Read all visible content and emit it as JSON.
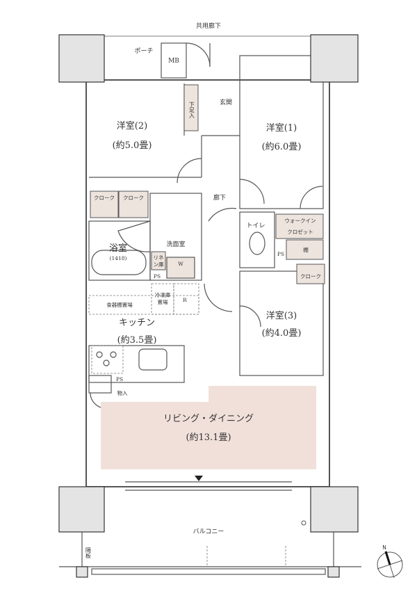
{
  "corridor_top": "共用廊下",
  "porch": "ポーチ",
  "mb": "MB",
  "entrance": "玄関",
  "shoe_box": "下足入",
  "bedroom2": {
    "name": "洋室(2)",
    "size": "(約5.0畳)"
  },
  "bedroom1": {
    "name": "洋室(1)",
    "size": "(約6.0畳)"
  },
  "bedroom3": {
    "name": "洋室(3)",
    "size": "(約4.0畳)"
  },
  "hallway": "廊下",
  "cloak1": "クローク",
  "cloak2": "クローク",
  "cloak3": "クローク",
  "bathroom": {
    "name": "浴室",
    "size": "(1418)"
  },
  "washroom": "洗面室",
  "linen": "リネン庫",
  "washer": "W",
  "ps1": "PS",
  "ps2": "PS",
  "ps3": "PS",
  "freezer": "冷凍庫置場",
  "fridge": "R",
  "cupboard": "食器棚置場",
  "kitchen": {
    "name": "キッチン",
    "size": "(約3.5畳)"
  },
  "storage": "物入",
  "toilet": "トイレ",
  "walkin": {
    "line1": "ウォークイン",
    "line2": "クロゼット"
  },
  "shelf": "棚",
  "living": {
    "name": "リビング・ダイニング",
    "size": "(約13.1畳)"
  },
  "balcony": "バルコニー",
  "partition": "隔板",
  "north": "N",
  "colors": {
    "wall": "#555555",
    "column": "#e4e4e4",
    "living": "#f1e0da",
    "storage": "#ede4de"
  }
}
